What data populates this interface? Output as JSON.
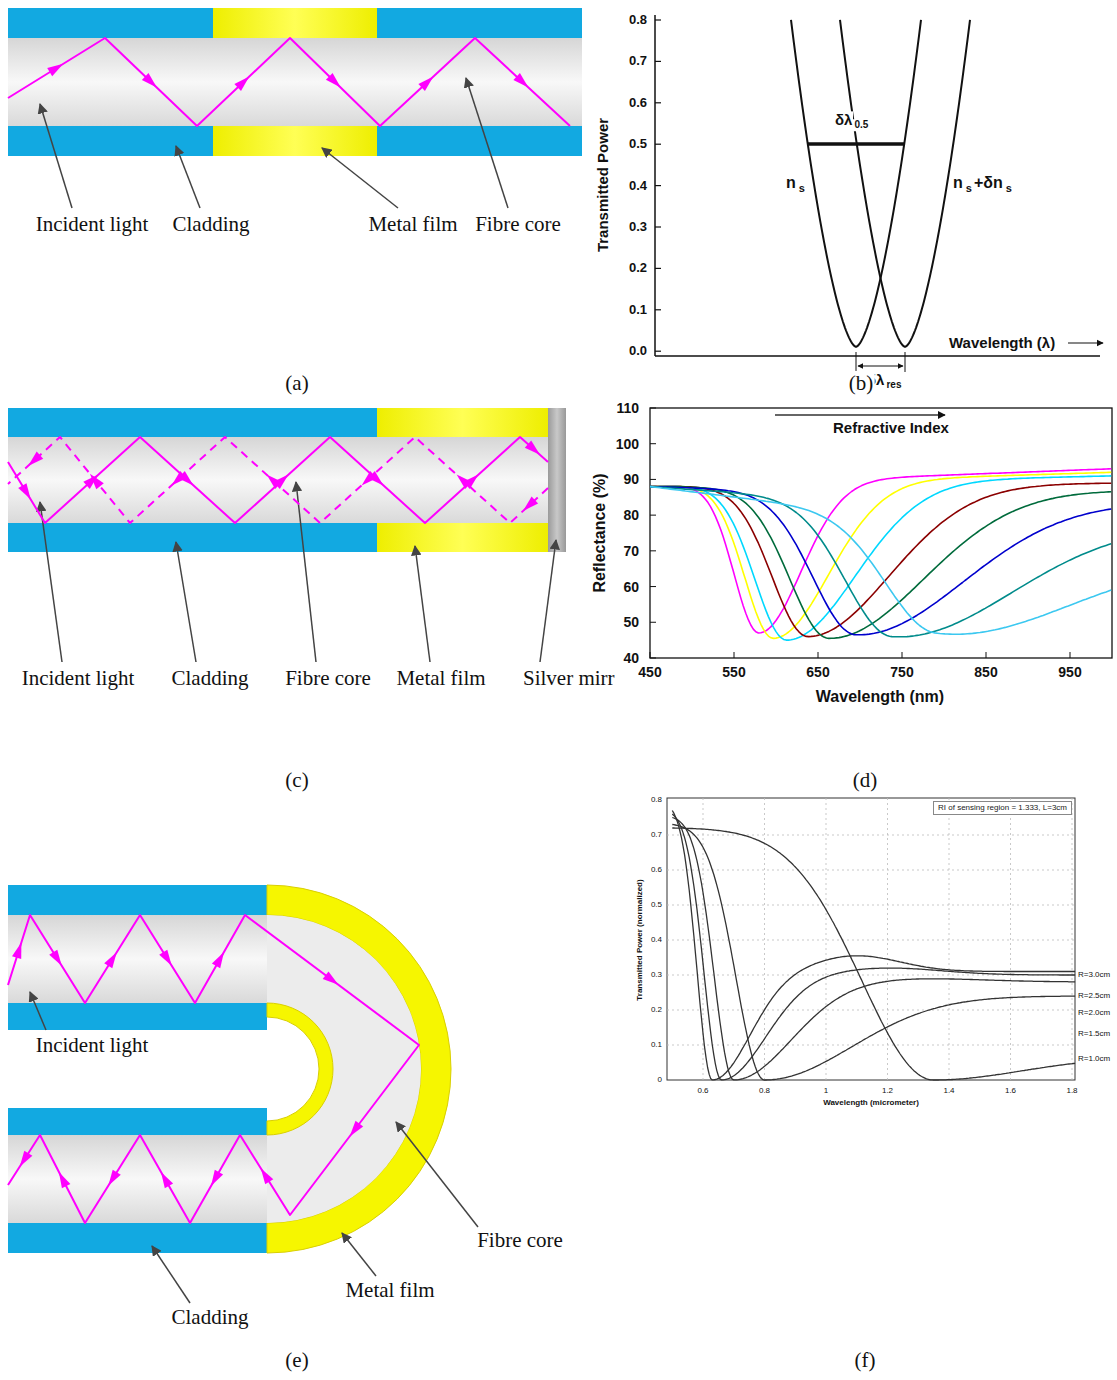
{
  "diagram": {
    "nodes": [
      {
        "text": [
          "RI of sensing region = 1.333, L=3cm"
        ]
      }
    ],
    "labels": [
      "Incident light",
      "Cladding",
      "Metal film",
      "Fibre core",
      "(a)",
      "0.8",
      "0.7",
      "0.6",
      "0.5",
      "0.4",
      "0.3",
      "0.2",
      "0.1",
      "0.0",
      "Transmitted Power",
      "δλ",
      "0.5",
      "n",
      "s",
      "n",
      "s",
      "+δn",
      "s",
      "δλ",
      "res",
      "Wavelength (λ)",
      "(b)",
      "Incident light",
      "Cladding",
      "Fibre core",
      "Metal film",
      "Silver mirr",
      "(c)",
      "110",
      "100",
      "90",
      "80",
      "70",
      "60",
      "50",
      "40",
      "450",
      "550",
      "650",
      "750",
      "850",
      "950",
      "Wavelength (nm)",
      "Reflectance (%)",
      "Refractive Index",
      "(d)",
      "Incident light",
      "Fibre core",
      "Metal film",
      "Cladding",
      "(e)",
      "0.8",
      "0.7",
      "0.6",
      "0.5",
      "0.4",
      "0.3",
      "0.2",
      "0.1",
      "0",
      "0.6",
      "0.8",
      "1",
      "1.2",
      "1.4",
      "1.6",
      "1.8",
      "Wavelength (micrometer)",
      "Transmitted Power (normalized)",
      "R=3.0cm",
      "R=2.5cm",
      "R=2.0cm",
      "R=1.5cm",
      "R=1.0cm",
      "(f)"
    ]
  }
}
